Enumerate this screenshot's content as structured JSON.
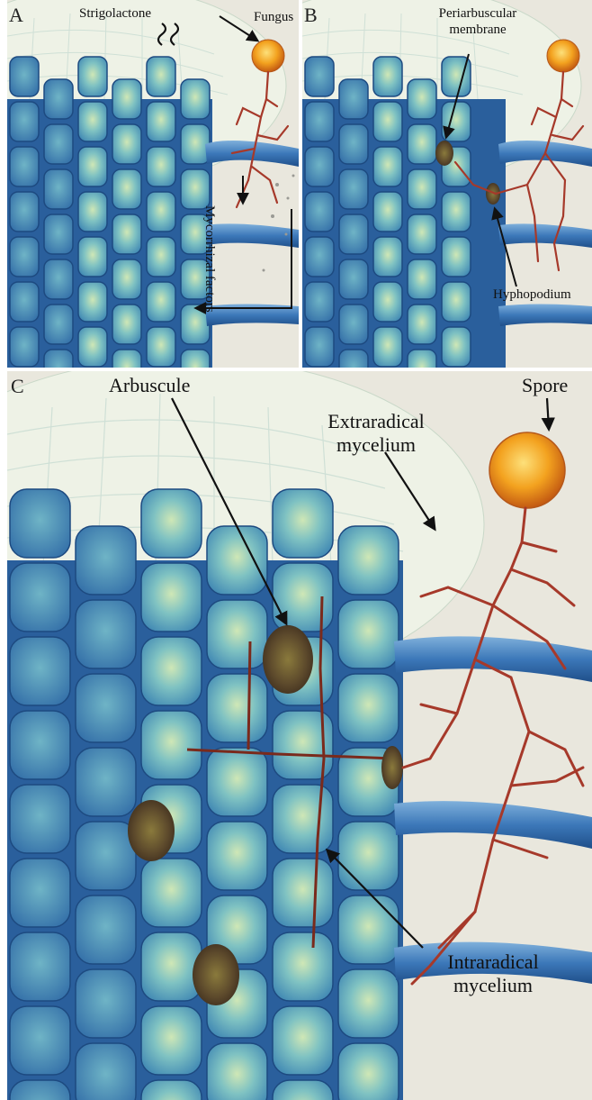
{
  "figure": {
    "panel_a": {
      "letter": "A",
      "labels": {
        "strigolactone": "Strigolactone",
        "fungus": "Fungus",
        "mycorrhizal_factors": "Mycorrhizal factors"
      }
    },
    "panel_b": {
      "letter": "B",
      "labels": {
        "periarbuscular_line1": "Periarbuscular",
        "periarbuscular_line2": "membrane",
        "hyphopodium": "Hyphopodium"
      }
    },
    "panel_c": {
      "letter": "C",
      "labels": {
        "arbuscule": "Arbuscule",
        "spore": "Spore",
        "extraradical_line1": "Extraradical",
        "extraradical_line2": "mycelium",
        "intraradical_line1": "Intraradical",
        "intraradical_line2": "mycelium"
      }
    }
  },
  "colors": {
    "background": "#e9e7dd",
    "root_cell_dark": "#2a5f9c",
    "root_cell_light": "#8cc7c4",
    "root_cap": "#eef2e6",
    "hypha": "#a6392a",
    "spore": "#f2a51f",
    "arbuscule": "#5a5236"
  }
}
